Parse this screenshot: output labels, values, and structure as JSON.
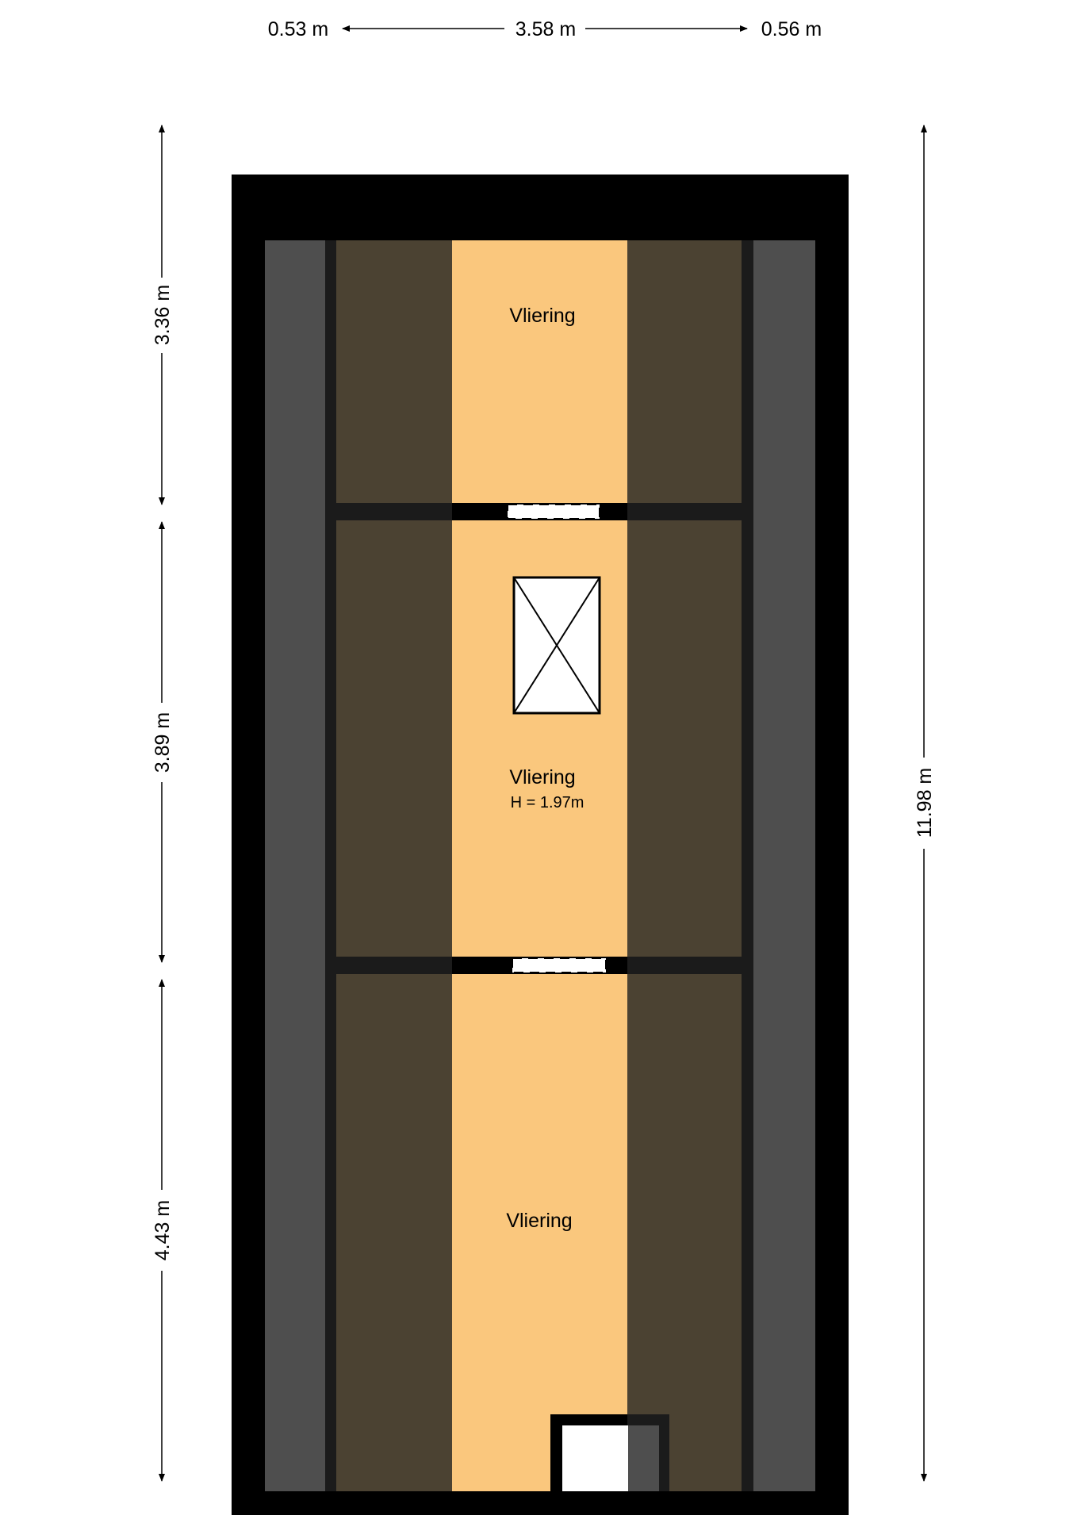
{
  "dimensions": {
    "top_left": "0.53 m",
    "top_center": "3.58 m",
    "top_right": "0.56 m",
    "left_upper": "3.36 m",
    "left_middle": "3.89 m",
    "left_lower": "4.43 m",
    "right_total": "11.98 m"
  },
  "rooms": [
    {
      "label": "Vliering"
    },
    {
      "label": "Vliering",
      "height": "H = 1.97m"
    },
    {
      "label": "Vliering"
    }
  ],
  "colors": {
    "wall": "#000000",
    "roof_slope": "#4e4e4e",
    "low_zone": "#4b4232",
    "floor": "#fac77d",
    "beam": "#1b1b1b"
  }
}
